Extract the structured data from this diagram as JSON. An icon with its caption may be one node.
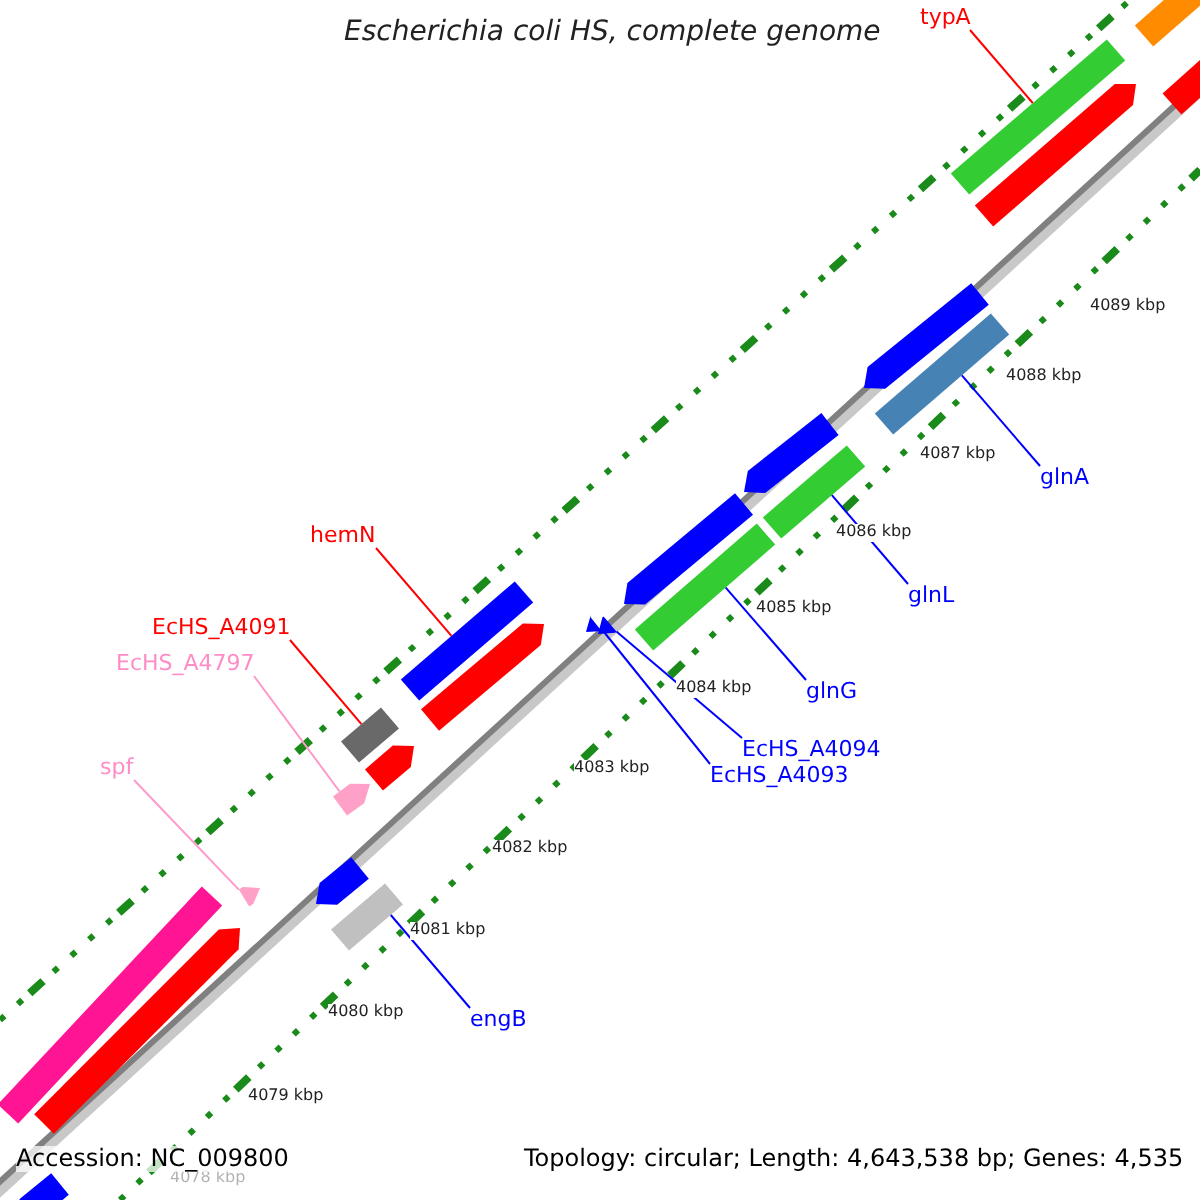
{
  "diagram": {
    "title": "Escherichia coli HS, complete genome",
    "nodes": [
      {
        "text": [
          "typA"
        ]
      },
      {
        "text": [],
        "shape": "bar"
      },
      {
        "text": [
          "hemN"
        ]
      },
      {
        "text": [],
        "shape": "bar"
      },
      {
        "text": [
          "EcHS_A4091"
        ]
      },
      {
        "text": [],
        "shape": "bar"
      },
      {
        "text": [
          "EcHS_A4797"
        ]
      },
      {
        "text": [],
        "shape": "bar"
      },
      {
        "text": [
          "spf"
        ]
      },
      {
        "text": [],
        "shape": "bar"
      },
      {
        "text": [
          "glnA"
        ]
      },
      {
        "text": [],
        "shape": "bar"
      },
      {
        "text": [
          "glnL"
        ]
      },
      {
        "text": [],
        "shape": "bar"
      },
      {
        "text": [
          "glnG"
        ]
      },
      {
        "text": [],
        "shape": "bar"
      },
      {
        "text": [
          "EcHS_A4094"
        ]
      },
      {
        "text": [],
        "shape": "bar"
      },
      {
        "text": [
          "EcHS_A4093"
        ]
      },
      {
        "text": [],
        "shape": "bar"
      },
      {
        "text": [
          "engB"
        ]
      },
      {
        "text": [],
        "shape": "bar"
      },
      {
        "text": [],
        "shape": "bar"
      },
      {
        "text": [],
        "shape": "bar"
      },
      {
        "text": [],
        "shape": "bar"
      },
      {
        "text": [],
        "shape": "bar"
      },
      {
        "text": [],
        "shape": "bar"
      },
      {
        "text": [],
        "shape": "bar"
      },
      {
        "text": [],
        "shape": "bar"
      },
      {
        "text": [],
        "shape": "bar"
      },
      {
        "text": [],
        "shape": "bar"
      },
      {
        "text": [],
        "shape": "bar"
      },
      {
        "text": [],
        "shape": "bar"
      },
      {
        "text": [],
        "shape": "bar"
      }
    ],
    "edges": [
      {
        "from": 0,
        "to": 1,
        "arrow": "none",
        "color": "#ff0000"
      },
      {
        "from": 2,
        "to": 3,
        "arrow": "none",
        "color": "#ff0000"
      },
      {
        "from": 4,
        "to": 5,
        "arrow": "none",
        "color": "#ff0000"
      },
      {
        "from": 6,
        "to": 7,
        "arrow": "none",
        "color": "#ff99cc"
      },
      {
        "from": 8,
        "to": 9,
        "arrow": "none",
        "color": "#ff99cc"
      },
      {
        "from": 10,
        "to": 11,
        "arrow": "none"
      },
      {
        "from": 12,
        "to": 13,
        "arrow": "none"
      },
      {
        "from": 14,
        "to": 15,
        "arrow": "none"
      },
      {
        "from": 16,
        "to": 17,
        "arrow": "none"
      },
      {
        "from": 18,
        "to": 19,
        "arrow": "none"
      },
      {
        "from": 20,
        "to": 21,
        "arrow": "none"
      }
    ],
    "labels": [
      "4089 kbp",
      "4088 kbp",
      "4087 kbp",
      "4086 kbp",
      "4085 kbp",
      "4084 kbp",
      "4083 kbp",
      "4082 kbp",
      "4081 kbp",
      "4080 kbp",
      "4079 kbp",
      "4078 kbp",
      "Accession: NC_009800",
      "Topology: circular; Length: 4,643,538 bp; Genes: 4,535"
    ]
  }
}
